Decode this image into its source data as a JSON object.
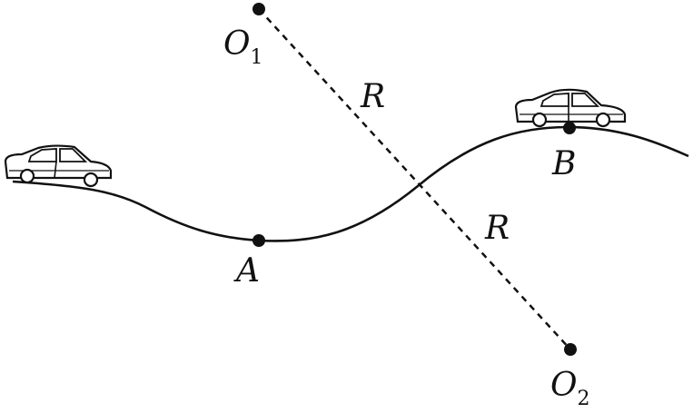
{
  "diagram": {
    "points": {
      "o1": {
        "letter": "O",
        "subscript": "1"
      },
      "o2": {
        "letter": "O",
        "subscript": "2"
      },
      "a": {
        "label": "A"
      },
      "b": {
        "label": "B"
      }
    },
    "radius_labels": {
      "upper": "R",
      "lower": "R"
    },
    "colors": {
      "ink": "#111111",
      "background": "#ffffff"
    }
  }
}
